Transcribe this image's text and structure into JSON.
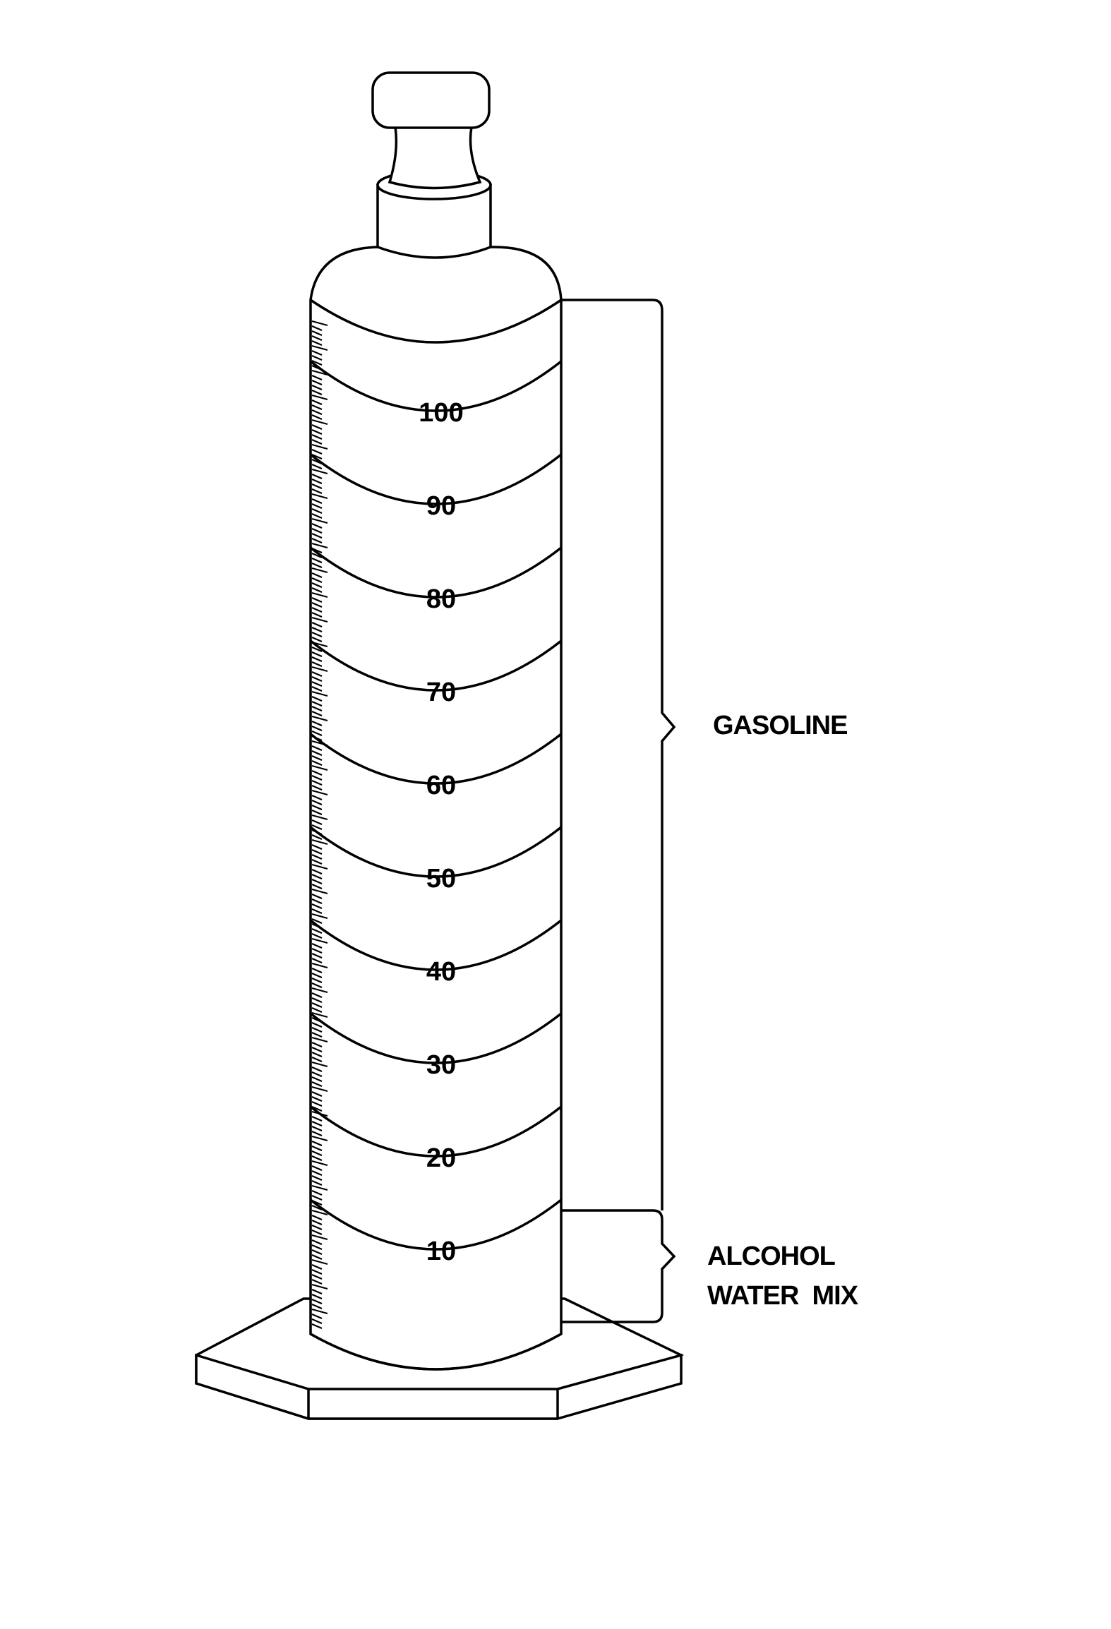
{
  "diagram": {
    "graduations": [
      "10",
      "20",
      "30",
      "40",
      "50",
      "60",
      "70",
      "80",
      "90",
      "100"
    ],
    "labels": {
      "gasoline": "GASOLINE",
      "alcohol_line1": "ALCOHOL",
      "alcohol_line2": "WATER  MIX"
    },
    "colors": {
      "ink": "#000000",
      "background": "#ffffff"
    }
  }
}
